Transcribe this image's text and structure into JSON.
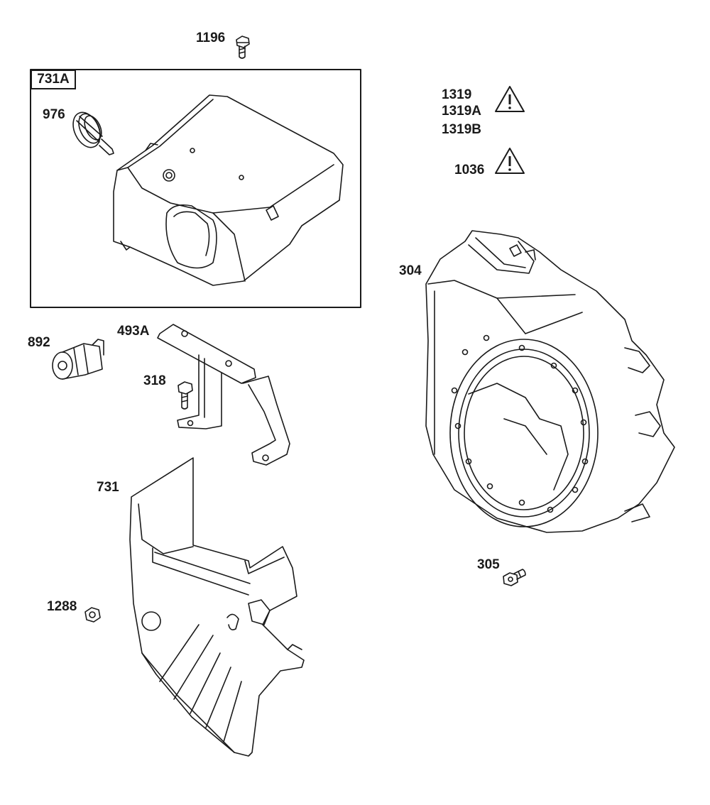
{
  "callouts": {
    "p1196": "1196",
    "p731A": "731A",
    "p976": "976",
    "p1319": "1319",
    "p1319A": "1319A",
    "p1319B": "1319B",
    "p1036": "1036",
    "p304": "304",
    "p892": "892",
    "p493A": "493A",
    "p318": "318",
    "p731": "731",
    "p1288": "1288",
    "p305": "305"
  },
  "icons": {
    "warning": "warning-triangle-icon"
  },
  "colors": {
    "line": "#1a1a1a",
    "background": "#ffffff"
  }
}
